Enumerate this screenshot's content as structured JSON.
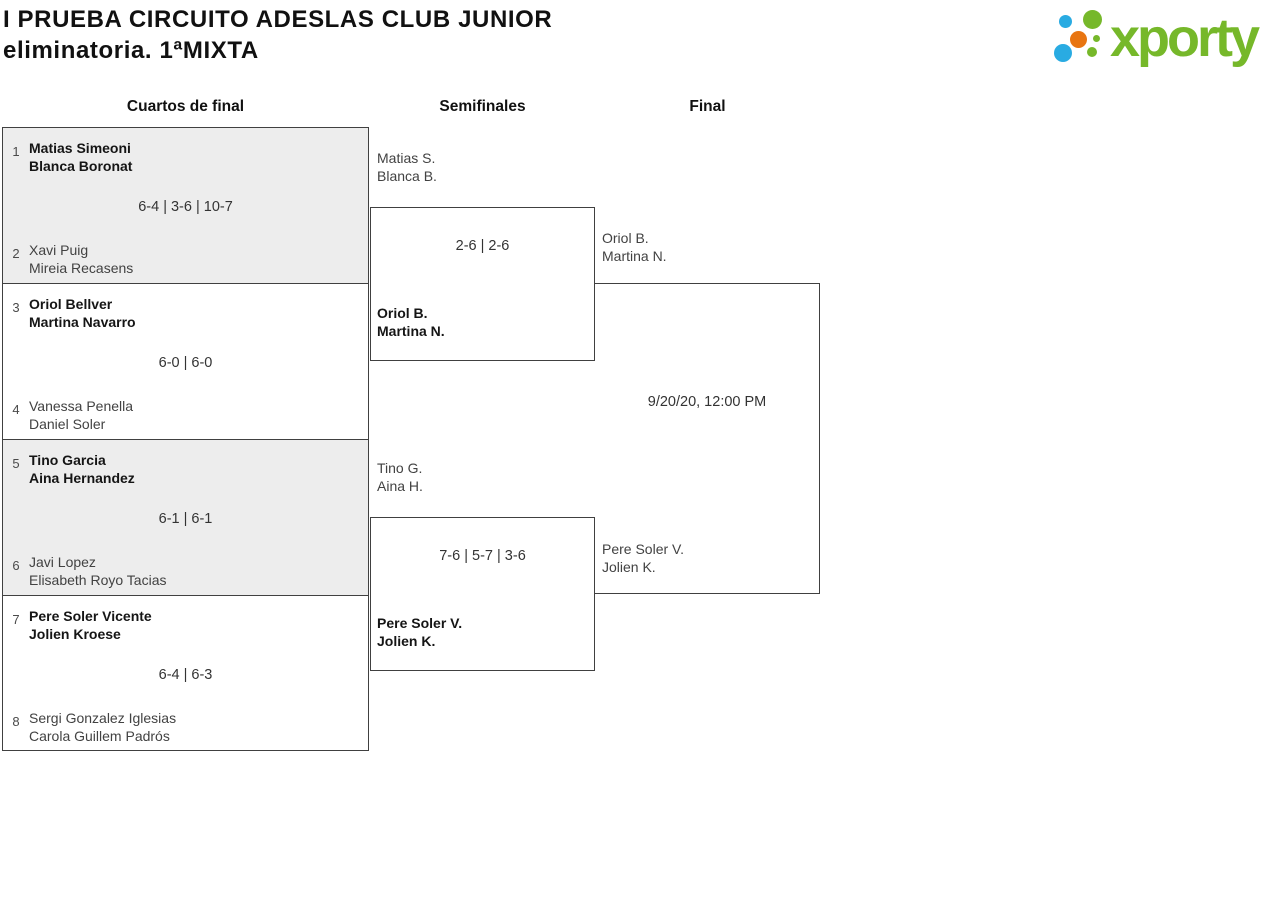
{
  "header": {
    "title_line1": "I PRUEBA CIRCUITO ADESLAS CLUB JUNIOR",
    "title_line2": "eliminatoria. 1ªMIXTA"
  },
  "logo": {
    "text": "xporty",
    "green": "#76b82a",
    "blue": "#29abe2",
    "orange": "#e87511"
  },
  "rounds": [
    "Cuartos de final",
    "Semifinales",
    "Final"
  ],
  "bracket": {
    "quarterfinals": [
      {
        "seed_top": "1",
        "team_top": [
          "Matias Simeoni",
          "Blanca Boronat"
        ],
        "top_winner": true,
        "score": "6-4 | 3-6 | 10-7",
        "seed_bottom": "2",
        "team_bottom": [
          "Xavi Puig",
          "Mireia Recasens"
        ],
        "bottom_winner": false
      },
      {
        "seed_top": "3",
        "team_top": [
          "Oriol Bellver",
          "Martina Navarro"
        ],
        "top_winner": true,
        "score": "6-0 | 6-0",
        "seed_bottom": "4",
        "team_bottom": [
          "Vanessa Penella",
          "Daniel Soler"
        ],
        "bottom_winner": false
      },
      {
        "seed_top": "5",
        "team_top": [
          "Tino Garcia",
          "Aina Hernandez"
        ],
        "top_winner": true,
        "score": "6-1 | 6-1",
        "seed_bottom": "6",
        "team_bottom": [
          "Javi Lopez",
          "Elisabeth Royo Tacias"
        ],
        "bottom_winner": false
      },
      {
        "seed_top": "7",
        "team_top": [
          "Pere Soler Vicente",
          "Jolien Kroese"
        ],
        "top_winner": true,
        "score": "6-4 | 6-3",
        "seed_bottom": "8",
        "team_bottom": [
          "Sergi Gonzalez Iglesias",
          "Carola Guillem Padrós"
        ],
        "bottom_winner": false
      }
    ],
    "semifinals": [
      {
        "team_top": [
          "Matias S.",
          "Blanca B."
        ],
        "top_winner": false,
        "score": "2-6 | 2-6",
        "team_bottom": [
          "Oriol B.",
          "Martina N."
        ],
        "bottom_winner": true
      },
      {
        "team_top": [
          "Tino G.",
          "Aina H."
        ],
        "top_winner": false,
        "score": "7-6 | 5-7 | 3-6",
        "team_bottom": [
          "Pere Soler V.",
          "Jolien K."
        ],
        "bottom_winner": true
      }
    ],
    "final": {
      "team_top": [
        "Oriol B.",
        "Martina N."
      ],
      "schedule": "9/20/20, 12:00 PM",
      "team_bottom": [
        "Pere Soler V.",
        "Jolien K."
      ]
    }
  },
  "colors": {
    "match_alt_bg": "#ededed",
    "border": "#404040"
  }
}
